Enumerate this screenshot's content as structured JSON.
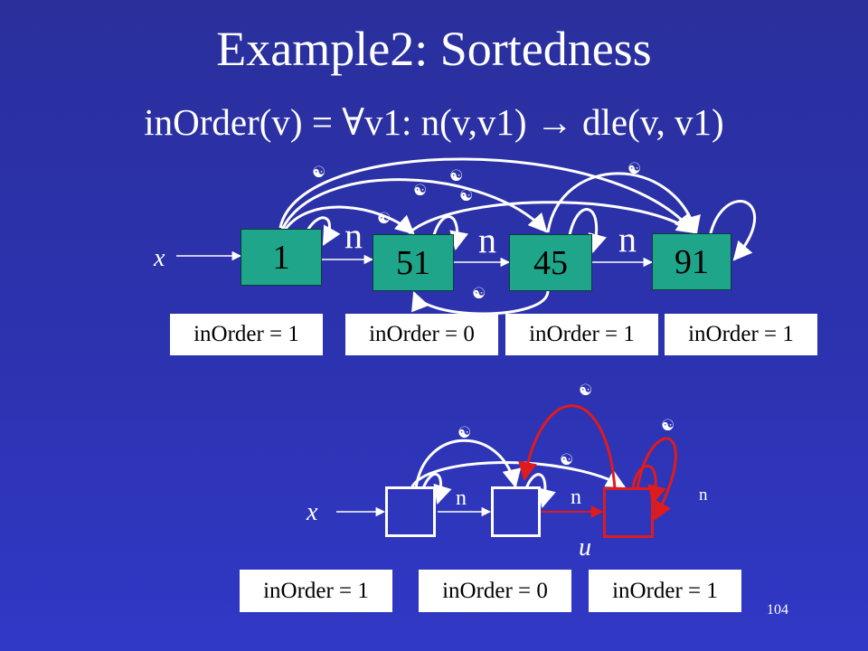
{
  "slide": {
    "title": "Example2: Sortedness",
    "formula": "inOrder(v) = ∀v1: n(v,v1) → dle(v, v1)",
    "page_number": "104"
  },
  "top_diagram": {
    "nodes": [
      "1",
      "51",
      "45",
      "91"
    ],
    "edge_labels": [
      "n",
      "n",
      "n"
    ],
    "pointer_label": "x",
    "inorder_boxes": [
      "inOrder = 1",
      "inOrder = 0",
      "inOrder = 1",
      "inOrder = 1"
    ],
    "glyph": "☯"
  },
  "bottom_diagram": {
    "edge_labels": [
      "n",
      "n",
      "n"
    ],
    "pointer_label": "x",
    "node_label": "u",
    "inorder_boxes": [
      "inOrder = 1",
      "inOrder = 0",
      "inOrder = 1"
    ],
    "glyph": "☯"
  },
  "colors": {
    "background": "#2c33b0",
    "node_fill": "#1fa58a",
    "highlight": "#e01b1b"
  }
}
